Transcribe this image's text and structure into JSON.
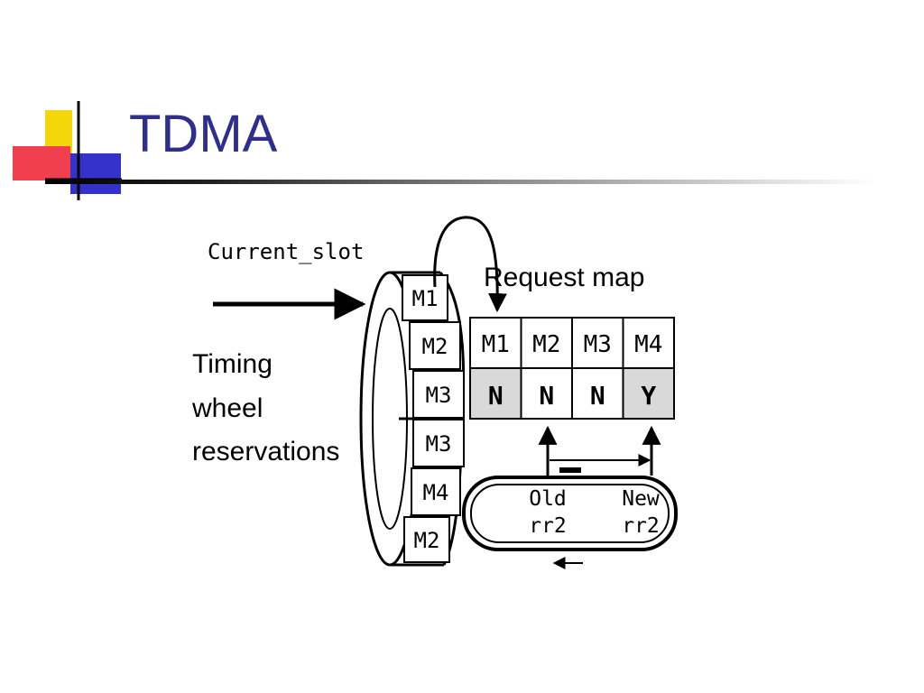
{
  "slide": {
    "title": "TDMA"
  },
  "colors": {
    "title": "#2e2e8f",
    "logo_yellow": "#f5d60a",
    "logo_red": "#f04050",
    "logo_blue": "#3333cc",
    "map_shade": "#d9d9d9"
  },
  "diagram": {
    "current_slot_label": "Current_slot",
    "timing_wheel_label": [
      "Timing",
      "wheel",
      "reservations"
    ],
    "wheel_slots": [
      "M1",
      "M2",
      "M3",
      "M3",
      "M4",
      "M2"
    ],
    "request_map": {
      "title": "Request map",
      "headers": [
        "M1",
        "M2",
        "M3",
        "M4"
      ],
      "values": [
        "N",
        "N",
        "N",
        "Y"
      ],
      "shaded": [
        true,
        false,
        false,
        true
      ]
    },
    "round_robin": {
      "old_label": [
        "Old",
        "rr2"
      ],
      "new_label": [
        "New",
        "rr2"
      ]
    }
  }
}
